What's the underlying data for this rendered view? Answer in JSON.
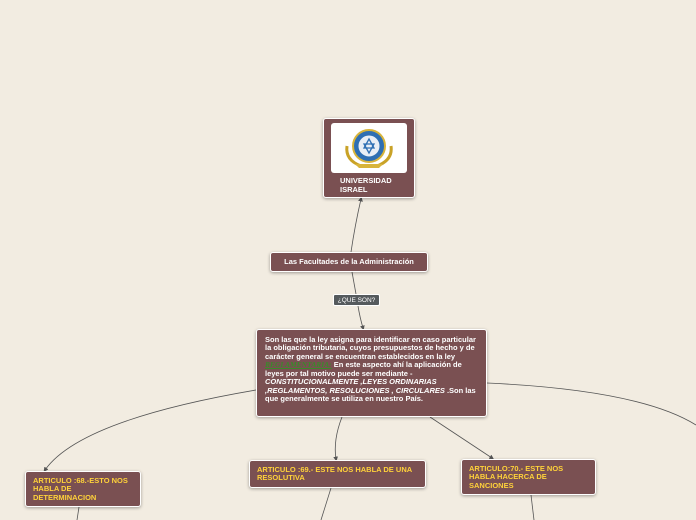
{
  "root": {
    "title_line1": "UNIVERSIDAD",
    "title_line2": "ISRAEL",
    "logo_icon": "university-seal-icon"
  },
  "facultades": {
    "label": "Las Facultades de la Administración"
  },
  "connector_label": "¿QUE SON?",
  "description": {
    "p1": "Son las que la ley asigna para identificar en caso particular la obligación tributaria, cuyos presupuestos de hecho y de carácter general se encuentran establecidos en la ley",
    "regl": "REGLAMENTARIA:",
    "p2": " En este aspecto ahí la aplicación de leyes por tal motivo puede ser mediante -",
    "p3": "CONSTITUCIONALMENTE ,LEYES ORDINARIAS ,REGLAMENTOS, RESOLUCIONES , CIRCULARES",
    "p4": " .Son las que generalmente se utiliza en nuestro País."
  },
  "articles": {
    "a68": "ARTICULO :68.-ESTO NOS HABLA DE DETERMINACION",
    "a69": "ARTICULO :69.- ESTE NOS HABLA DE UNA RESOLUTIVA",
    "a70": "ARTICULO:70.- ESTE NOS HABLA HACERCA DE SANCIONES"
  },
  "colors": {
    "background": "#f2ece1",
    "node": "#7a5052",
    "accent_text": "#ffd23a",
    "link": "#555555"
  }
}
